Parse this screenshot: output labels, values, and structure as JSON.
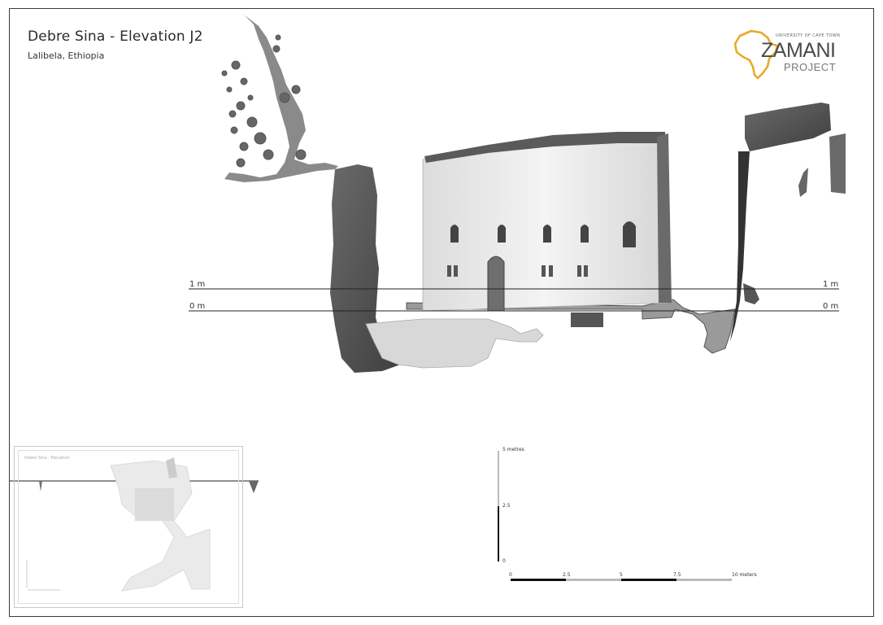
{
  "sheet": {
    "title": "Debre Sina - Elevation J2",
    "subtitle": "Lalibela, Ethiopia"
  },
  "logo": {
    "university": "UNIVERSITY OF CAPE TOWN",
    "name": "ZAMANI",
    "project": "PROJECT",
    "accent_color": "#e9a92a"
  },
  "levels": {
    "upper_left": "1 m",
    "upper_right": "1 m",
    "lower_left": "0 m",
    "lower_right": "0 m"
  },
  "inset": {
    "title": "Debre Sina - Elevation"
  },
  "vertical_scale": {
    "top": "5 metres",
    "mid": "2.5",
    "bottom": "0"
  },
  "horizontal_scale": {
    "labels": [
      "0",
      "2.5",
      "5",
      "7.5",
      "10 meters"
    ]
  }
}
